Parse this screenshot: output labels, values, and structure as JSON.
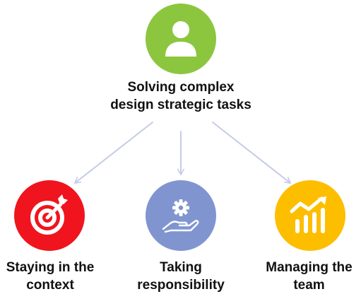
{
  "diagram": {
    "root": {
      "label": "Solving complex\ndesign strategic tasks",
      "icon": "user-icon",
      "color": "#8CC63F"
    },
    "children": [
      {
        "label": "Staying in the\ncontext",
        "icon": "target-icon",
        "color": "#F0141E"
      },
      {
        "label": "Taking\nresponsibility",
        "icon": "hand-gear-icon",
        "color": "#8095D0"
      },
      {
        "label": "Managing the\nteam",
        "icon": "growth-chart-icon",
        "color": "#FDBE00"
      }
    ],
    "connector_color": "#C5CCE8"
  }
}
